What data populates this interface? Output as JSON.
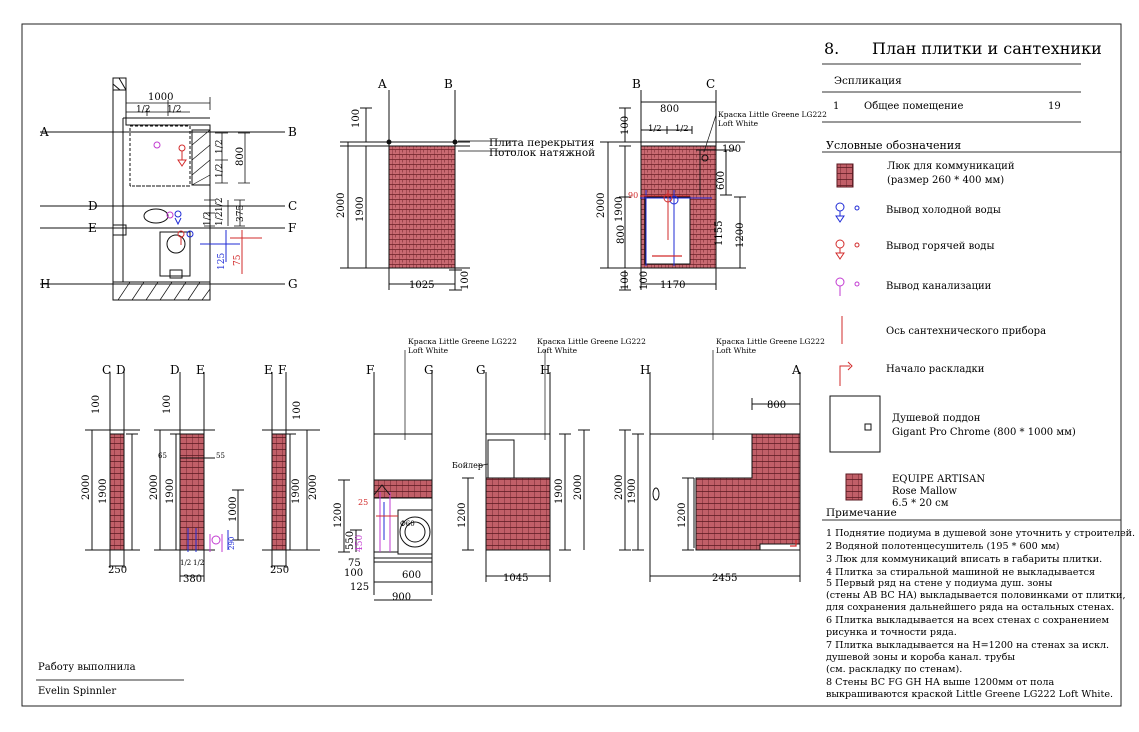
{
  "sheet": {
    "number": "8.",
    "title": "План плитки и сантехники"
  },
  "explication": {
    "heading": "Эспликация",
    "rows": [
      {
        "no": "1",
        "name": "Общее помещение",
        "area": "19"
      }
    ]
  },
  "legend": {
    "heading": "Условные обозначения",
    "items": [
      {
        "icon": "hatch-icon",
        "label": "Люк для коммуникаций",
        "sub": "(размер 260 * 400 мм)"
      },
      {
        "icon": "cold-water-icon",
        "label": "Вывод холодной воды"
      },
      {
        "icon": "hot-water-icon",
        "label": "Вывод горячей воды"
      },
      {
        "icon": "sewer-icon",
        "label": "Вывод канализации"
      },
      {
        "icon": "axis-icon",
        "label": "Ось сантехнического прибора"
      },
      {
        "icon": "start-layout-icon",
        "label": "Начало раскладки"
      },
      {
        "icon": "shower-tray-icon",
        "label": "Душевой поддон",
        "sub": "Gigant Pro Chrome (800 * 1000 мм)"
      },
      {
        "icon": "tile-icon",
        "label": "EQUIPE ARTISAN",
        "sub": "Rose Mallow",
        "sub2": "6.5 * 20 см"
      }
    ]
  },
  "notes": {
    "heading": "Примечание",
    "lines": [
      "1  Поднятие подиума в душевой зоне уточнить у строителей.",
      "2  Водяной полотенцесушитель (195 * 600 мм)",
      "3  Люк для коммуникаций вписать в габариты плитки.",
      "4   Плитка за стиральной машиной не выкладывается",
      "5   Первый ряд на стене у подиума душ. зоны",
      " (стены AB BC HA) выкладывается половинками от плитки,",
      "для сохранения дальнейшего ряда на остальных стенах.",
      "6  Плитка выкладывается на всех стенах с сохранением",
      "рисунка и точности ряда.",
      "7   Плитка выкладывается на H=1200 на стенах за искл.",
      "душевой зоны и короба канал. трубы",
      "(см. раскладку по стенам).",
      "8   Стены BC FG GH HA выше 1200мм от пола",
      "выкрашиваются  краской Little Greene LG222 Loft White."
    ]
  },
  "author": {
    "label": "Работу выполнила",
    "name": "Evelin Spinnler"
  },
  "colors": {
    "tile": "#b5535b",
    "tile_light": "#e9b3b6",
    "cold": "#1f2bd6",
    "hot": "#d22b2b",
    "sewer": "#c23bd1",
    "line": "#111111"
  },
  "plan": {
    "axes": [
      "A",
      "B",
      "D",
      "C",
      "E",
      "F",
      "H",
      "G"
    ],
    "dims": [
      "1000",
      "1/2",
      "1/2",
      "1/2",
      "1/2",
      "800",
      "1/2",
      "1/2",
      "375",
      "1/2",
      "75",
      "125"
    ]
  },
  "wall_ab": {
    "axes": [
      "A",
      "B"
    ],
    "notes": [
      "Плита перекрытия",
      "Потолок натяжной"
    ],
    "dims": [
      "100",
      "2000",
      "1900",
      "1025",
      "100"
    ]
  },
  "wall_bc": {
    "axes": [
      "B",
      "C"
    ],
    "note": "Краска Little Greene LG222",
    "note2": "Loft White",
    "dims": [
      "800",
      "1/2",
      "1/2",
      "100",
      "190",
      "600",
      "2000",
      "1900",
      "90",
      "800",
      "1155",
      "1200",
      "100",
      "100",
      "1170"
    ]
  },
  "wall_cd": {
    "axes": [
      "C",
      "D"
    ],
    "dims": [
      "100",
      "2000",
      "1900",
      "250"
    ]
  },
  "wall_de": {
    "axes": [
      "D",
      "E"
    ],
    "dims": [
      "100",
      "65",
      "55",
      "2000",
      "1900",
      "1000",
      "290",
      "1/2",
      "1/2",
      "380"
    ]
  },
  "wall_ef": {
    "axes": [
      "E",
      "F"
    ],
    "dims": [
      "100",
      "1900",
      "2000",
      "250"
    ]
  },
  "wall_fg": {
    "axes": [
      "F",
      "G"
    ],
    "note": "Краска Little Greene LG222",
    "note2": "Loft White",
    "dims": [
      "1200",
      "25",
      "550",
      "450",
      "75",
      "100",
      "125",
      "600",
      "900",
      "Ф60"
    ]
  },
  "wall_gh": {
    "axes": [
      "G",
      "H"
    ],
    "note": "Краска Little Greene LG222",
    "note2": "Loft White",
    "boiler": "Бойлер",
    "dims": [
      "1200",
      "2000",
      "1900",
      "1045"
    ]
  },
  "wall_ha": {
    "axes": [
      "H",
      "A"
    ],
    "note": "Краска Little Greene LG222",
    "note2": "Loft White",
    "dims": [
      "800",
      "2000",
      "1900",
      "1200",
      "2455"
    ]
  }
}
